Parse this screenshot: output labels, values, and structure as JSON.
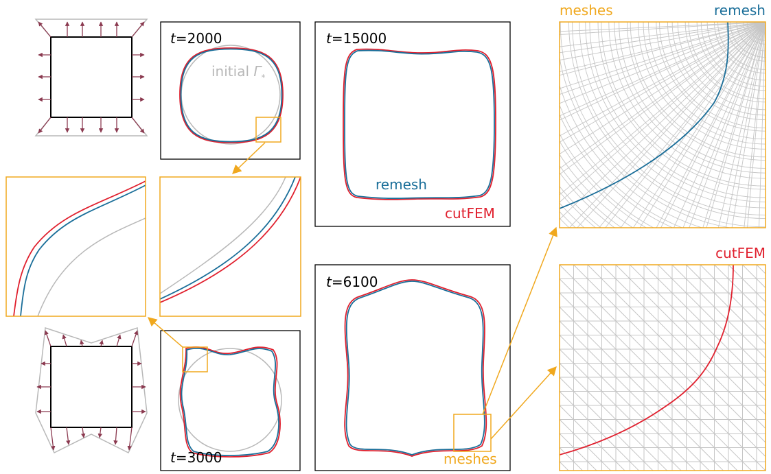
{
  "colors": {
    "cutfem": "#e0202e",
    "remesh": "#1a6e99",
    "highlight": "#f0a81e",
    "initial": "#b8b8b8",
    "arrows": "#8b3a50",
    "mesh": "#c6c6c6",
    "frame": "#000000"
  },
  "panels": {
    "t2000": {
      "t_symbol": "t",
      "t_value": "=2000",
      "initial_label": "initial ",
      "initial_symbol": "Γ",
      "initial_subscript": "*"
    },
    "t15000": {
      "t_symbol": "t",
      "t_value": "=15000",
      "remesh_label": "remesh",
      "cutfem_label": "cutFEM"
    },
    "t3000": {
      "t_symbol": "t",
      "t_value": "=3000"
    },
    "t6100": {
      "t_symbol": "t",
      "t_value": "=6100",
      "meshes_label": "meshes"
    },
    "mesh_remesh": {
      "meshes_label": "meshes",
      "remesh_label": "remesh"
    },
    "mesh_cutfem": {
      "cutfem_label": "cutFEM"
    }
  }
}
